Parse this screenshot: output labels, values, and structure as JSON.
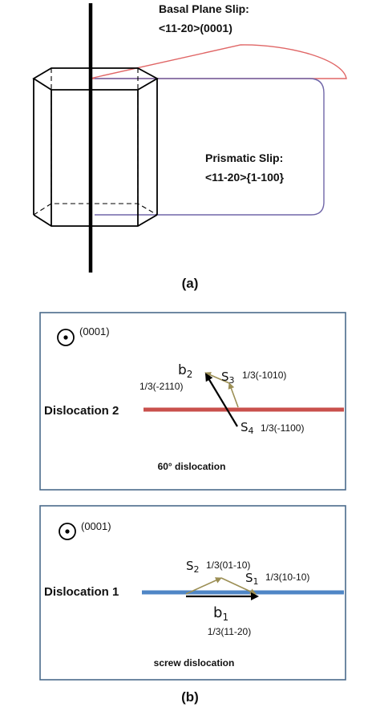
{
  "panel_a": {
    "basal_title": "Basal Plane Slip:",
    "basal_system": "<11-20>(0001)",
    "prismatic_title": "Prismatic Slip:",
    "prismatic_system": "<11-20>{1-100}",
    "caption": "(a)"
  },
  "panel_b": {
    "caption": "(b)",
    "top": {
      "axis_label": "(0001)",
      "line_label": "Dislocation 2",
      "b_symbol": "b",
      "b_sub": "2",
      "b_vector": "1/3(-2110)",
      "s3_symbol": "S",
      "s3_sub": "3",
      "s3_vector": "1/3(-1010)",
      "s4_symbol": "S",
      "s4_sub": "4",
      "s4_vector": "1/3(-1100)",
      "type_label": "60° dislocation"
    },
    "bottom": {
      "axis_label": "(0001)",
      "line_label": "Dislocation 1",
      "s2_symbol": "S",
      "s2_sub": "2",
      "s2_vector": "1/3(01-10)",
      "s1_symbol": "S",
      "s1_sub": "1",
      "s1_vector": "1/3(10-10)",
      "b_symbol": "b",
      "b_sub": "1",
      "b_vector": "1/3(11-20)",
      "type_label": "screw dislocation"
    }
  },
  "colors": {
    "basal_plane": "#e06666",
    "prismatic_plane": "#7066a8",
    "dislocation_2": "#c9504c",
    "dislocation_1": "#4f86c6",
    "partial_vector": "#9c8f55",
    "box_border": "#4a6a8a"
  }
}
